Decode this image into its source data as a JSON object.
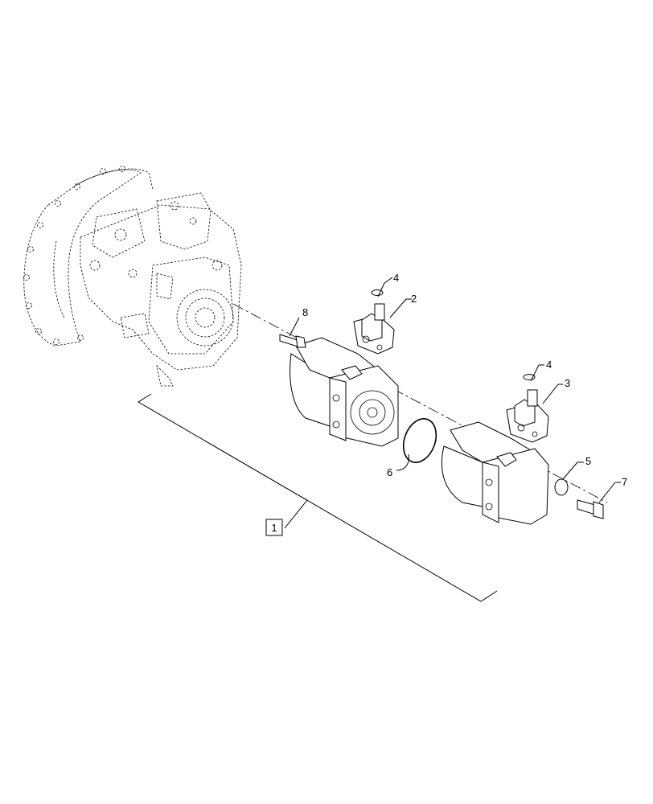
{
  "callouts": {
    "c1": "1",
    "c2": "2",
    "c3": "3",
    "c4a": "4",
    "c4b": "4",
    "c5": "5",
    "c6": "6",
    "c7": "7",
    "c8": "8"
  },
  "colors": {
    "line": "#000000",
    "background": "#ffffff"
  }
}
